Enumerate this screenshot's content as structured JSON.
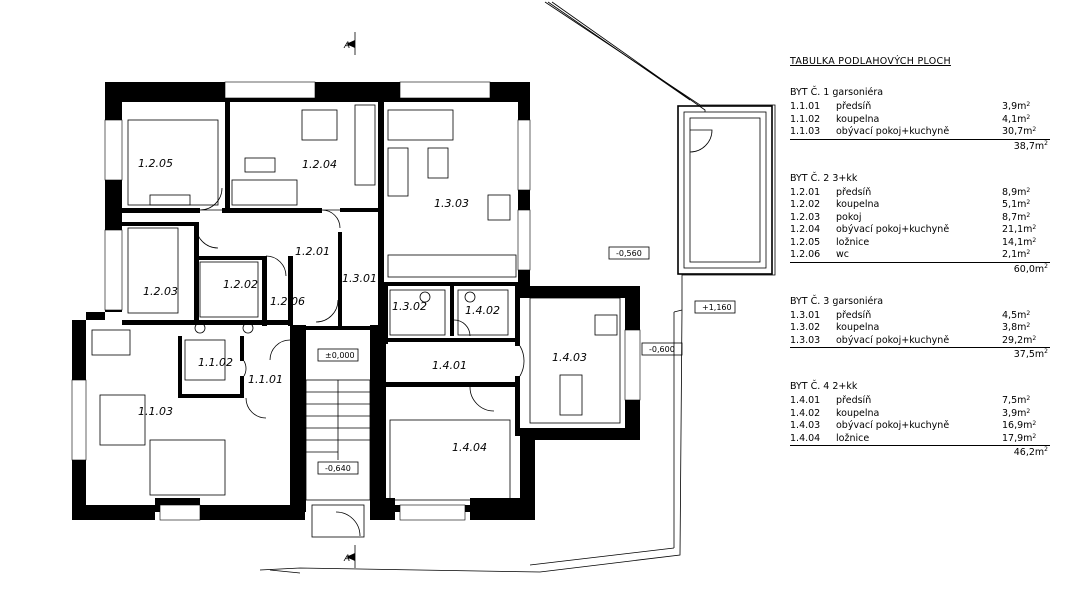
{
  "plan": {
    "rooms": [
      {
        "label": "1.2.05"
      },
      {
        "label": "1.2.04"
      },
      {
        "label": "1.3.03"
      },
      {
        "label": "1.2.01"
      },
      {
        "label": "1.3.01"
      },
      {
        "label": "1.2.03"
      },
      {
        "label": "1.2.02"
      },
      {
        "label": "1.2.06"
      },
      {
        "label": "1.3.02"
      },
      {
        "label": "1.4.02"
      },
      {
        "label": "1.1.02"
      },
      {
        "label": "1.1.01"
      },
      {
        "label": "1.4.01"
      },
      {
        "label": "1.4.03"
      },
      {
        "label": "1.1.03"
      },
      {
        "label": "1.4.04"
      }
    ],
    "levels": [
      {
        "label": "±0,000"
      },
      {
        "label": "-0,640"
      },
      {
        "label": "-0,560"
      },
      {
        "label": "+1,160"
      },
      {
        "label": "-0,600"
      }
    ]
  },
  "table": {
    "title": "TABULKA PODLAHOVÝCH PLOCH",
    "unit": "m",
    "unit_exp": "2",
    "apartments": [
      {
        "heading": "BYT Č. 1 garsoniéra",
        "rows": [
          {
            "code": "1.1.01",
            "name": "předsíň",
            "area": "3,9"
          },
          {
            "code": "1.1.02",
            "name": "koupelna",
            "area": "4,1"
          },
          {
            "code": "1.1.03",
            "name": "obývací pokoj+kuchyně",
            "area": "30,7"
          }
        ],
        "total": "38,7"
      },
      {
        "heading": "BYT Č. 2 3+kk",
        "rows": [
          {
            "code": "1.2.01",
            "name": "předsíň",
            "area": "8,9"
          },
          {
            "code": "1.2.02",
            "name": "koupelna",
            "area": "5,1"
          },
          {
            "code": "1.2.03",
            "name": "pokoj",
            "area": "8,7"
          },
          {
            "code": "1.2.04",
            "name": "obývací pokoj+kuchyně",
            "area": "21,1"
          },
          {
            "code": "1.2.05",
            "name": "ložnice",
            "area": "14,1"
          },
          {
            "code": "1.2.06",
            "name": "wc",
            "area": "2,1"
          }
        ],
        "total": "60,0"
      },
      {
        "heading": "BYT Č. 3 garsoniéra",
        "rows": [
          {
            "code": "1.3.01",
            "name": "předsíň",
            "area": "4,5"
          },
          {
            "code": "1.3.02",
            "name": "koupelna",
            "area": "3,8"
          },
          {
            "code": "1.3.03",
            "name": "obývací pokoj+kuchyně",
            "area": "29,2"
          }
        ],
        "total": "37,5"
      },
      {
        "heading": "BYT Č. 4 2+kk",
        "rows": [
          {
            "code": "1.4.01",
            "name": "předsíň",
            "area": "7,5"
          },
          {
            "code": "1.4.02",
            "name": "koupelna",
            "area": "3,9"
          },
          {
            "code": "1.4.03",
            "name": "obývací pokoj+kuchyně",
            "area": "16,9"
          },
          {
            "code": "1.4.04",
            "name": "ložnice",
            "area": "17,9"
          }
        ],
        "total": "46,2"
      }
    ]
  }
}
